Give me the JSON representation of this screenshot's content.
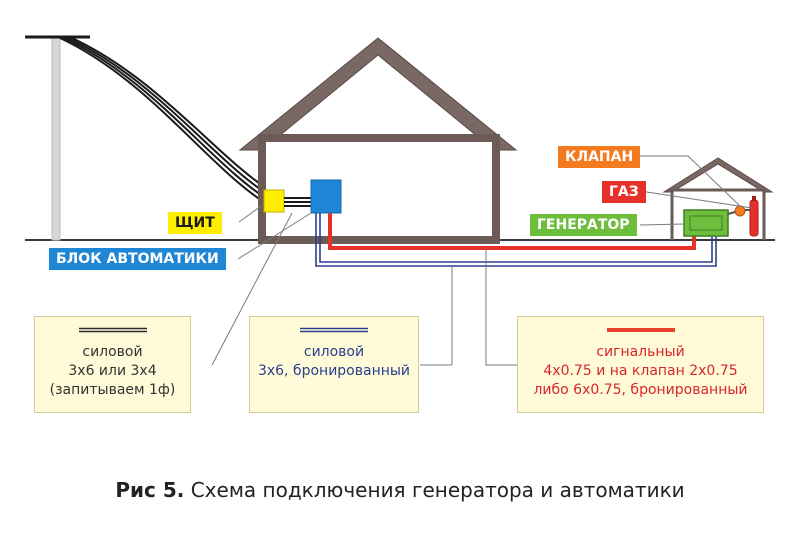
{
  "labels": {
    "shchit": "ЩИТ",
    "blok_avtomatiki": "БЛОК АВТОМАТИКИ",
    "klapan": "КЛАПАН",
    "gaz": "ГАЗ",
    "generator": "ГЕНЕРАТОР"
  },
  "legend": [
    {
      "lines": [
        "силовой",
        "3х6 или 3х4",
        "(запитываем 1ф)"
      ],
      "cable_color": "#2b2b2b"
    },
    {
      "lines": [
        "силовой",
        "3х6, бронированный"
      ],
      "cable_color": "#2a3f8f"
    },
    {
      "lines": [
        "сигнальный",
        "4х0.75 и на клапан 2х0.75",
        "либо 6х0.75, бронированный"
      ],
      "cable_color": "#e8402c"
    }
  ],
  "caption": {
    "prefix": "Рис 5.",
    "text": "Схема подключения генератора и автоматики"
  },
  "colors": {
    "house_outline": "#6b5a56",
    "shchit": "#ffee00",
    "blok": "#1f86d6",
    "klapan": "#f47a20",
    "gaz": "#e8302a",
    "generator": "#6fbd3c",
    "power_cable": "#2a3f8f",
    "signal_cable": "#e8302a",
    "legend_bg": "#fffbd9"
  }
}
